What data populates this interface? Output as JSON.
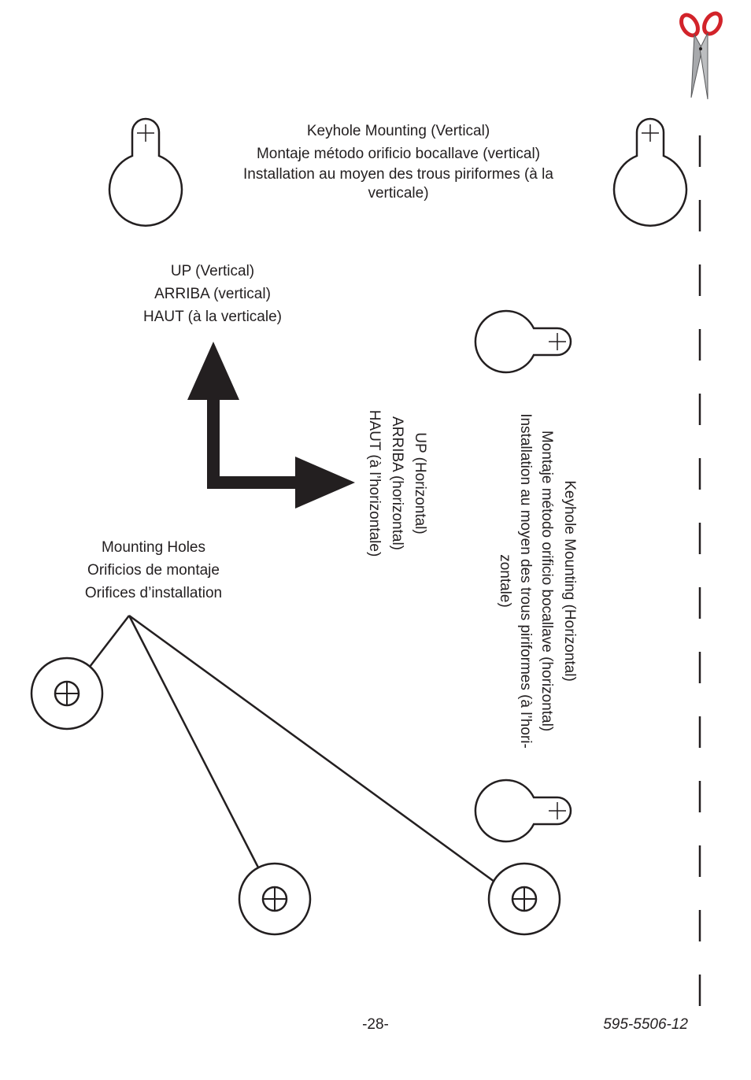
{
  "keyhole_vertical": {
    "line1": "Keyhole Mounting (Vertical)",
    "line2": "Montaje método orificio bocallave (vertical)",
    "line3": "Installation au moyen des trous piriformes (à la verticale)"
  },
  "up_vertical": {
    "line1": "UP (Vertical)",
    "line2": "ARRIBA (vertical)",
    "line3": "HAUT (à la verticale)"
  },
  "up_horizontal": {
    "line1": "UP (Horizontal)",
    "line2": "ARRIBA (horizontal)",
    "line3": "HAUT (à l’horizontale)"
  },
  "keyhole_horizontal": {
    "line1": "Keyhole Mounting (Horizontal)",
    "line2": "Montaje método orificio bocallave (horizontal)",
    "line3": "Installation au moyen des trous piriformes (à l’hori-zontale)"
  },
  "mounting_holes": {
    "line1": "Mounting Holes",
    "line2": "Orificios de montaje",
    "line3": "Orifices d’installation"
  },
  "footer": {
    "page_number": "-28-",
    "doc_code": "595-5506-12"
  },
  "icons": {
    "cut_marker": "scissors-icon"
  },
  "colors": {
    "ink": "#231f20",
    "scissor_handle": "#d2232a"
  }
}
